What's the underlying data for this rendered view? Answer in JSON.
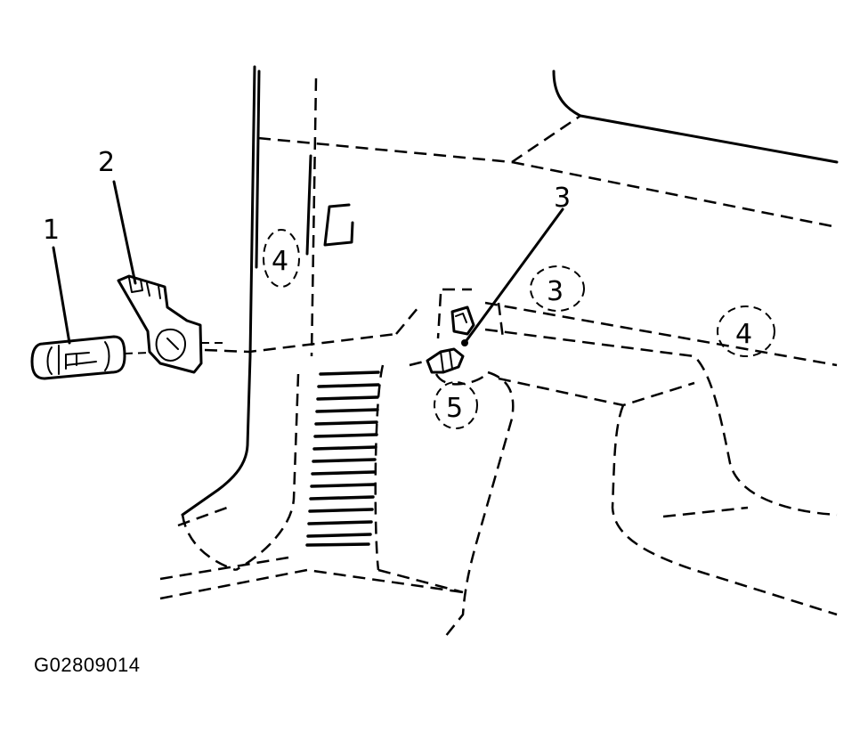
{
  "callouts": {
    "c1": "1",
    "c2": "2",
    "c3": "3"
  },
  "markers": {
    "m_a": "4",
    "m_b": "3",
    "m_c": "4",
    "m_d": "5"
  },
  "figure_id": "G02809014"
}
